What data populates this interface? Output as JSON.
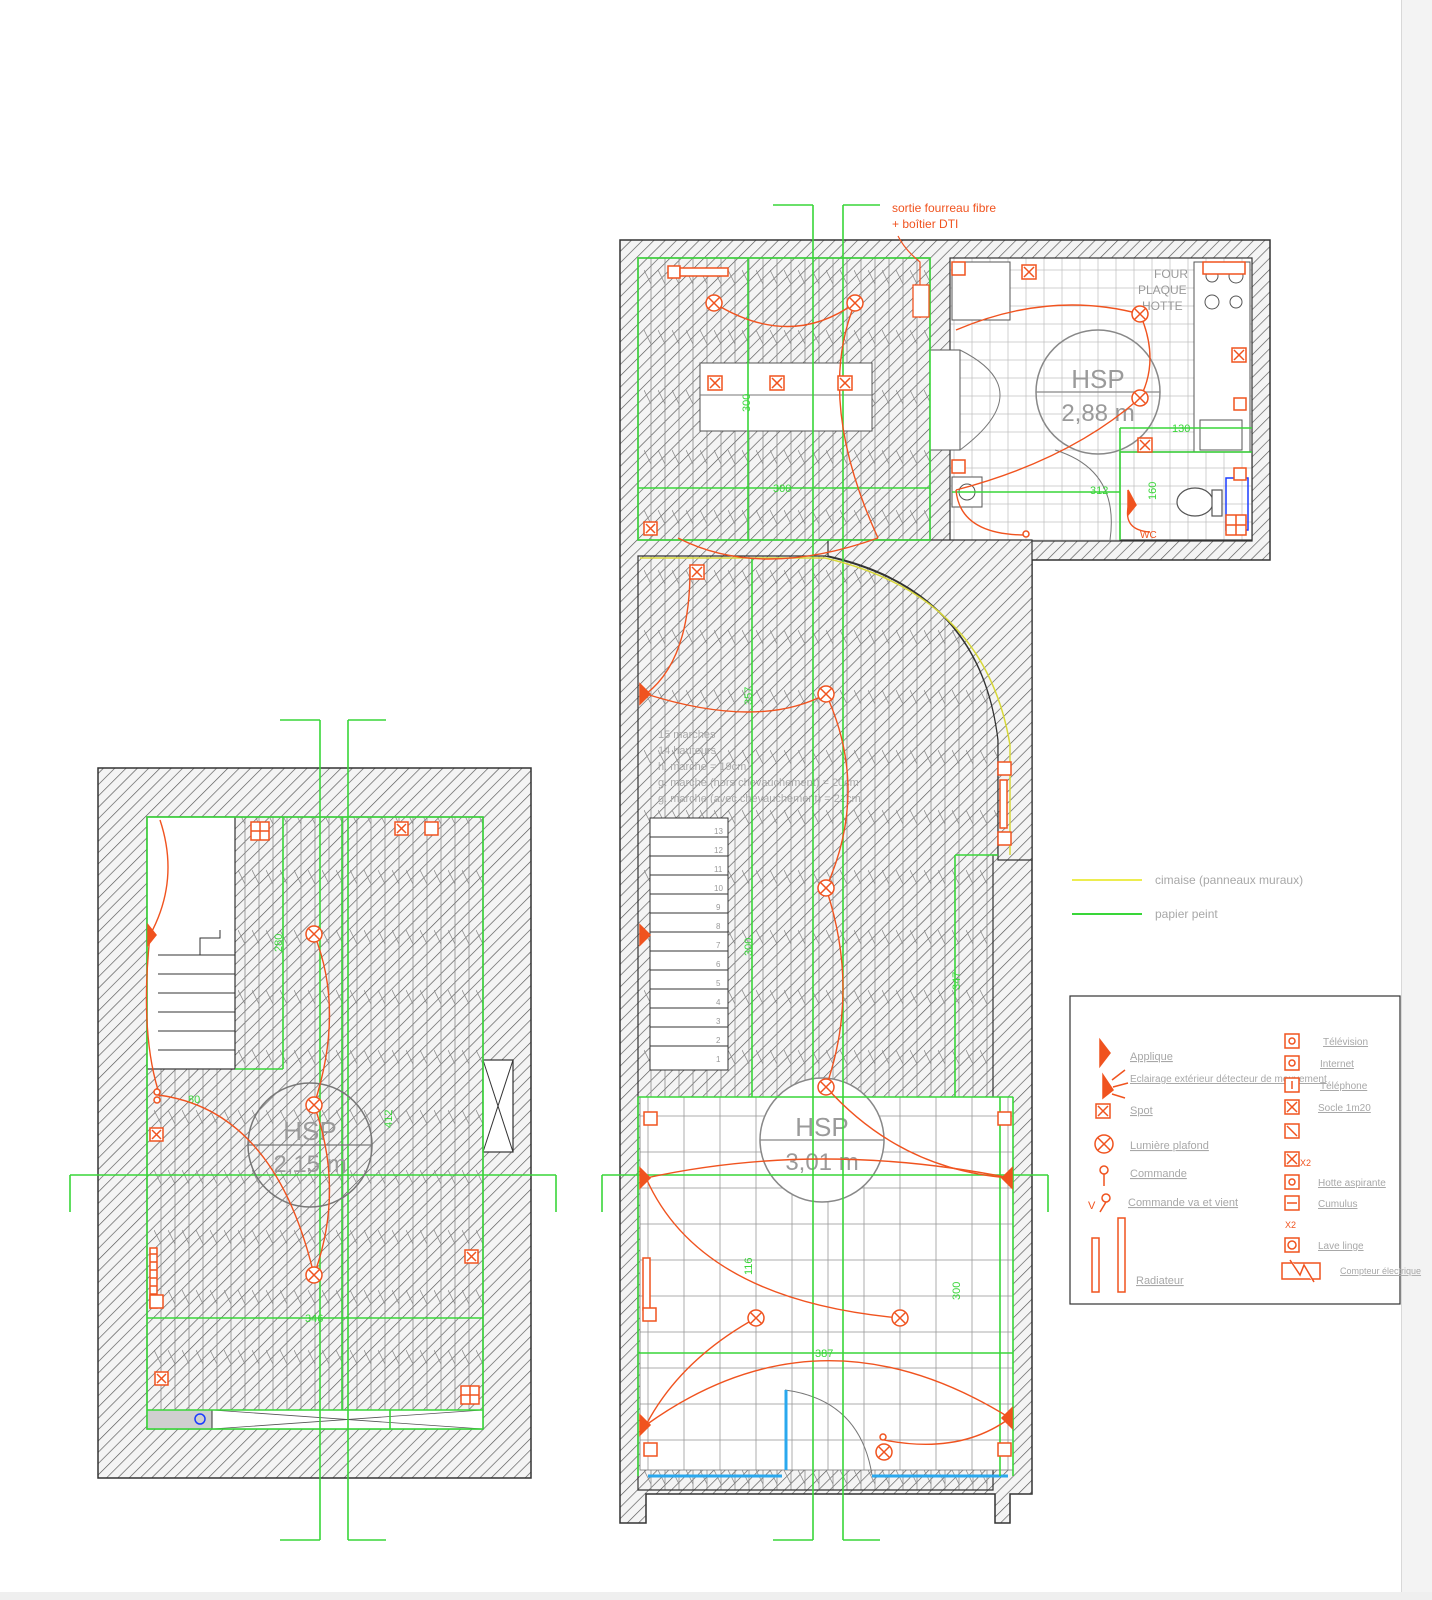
{
  "plan_left": {
    "hsp_label": "HSP",
    "hsp_value": "2,15 m",
    "dims": [
      "280",
      "80",
      "412",
      "346"
    ]
  },
  "plan_right": {
    "hsp_top_label": "HSP",
    "hsp_top_value": "2,88 m",
    "hsp_bottom_label": "HSP",
    "hsp_bottom_value": "3,01 m",
    "fiber_note_line1": "sortie fourreau fibre",
    "fiber_note_line2": "+ boîtier DTI",
    "kitchen_line1": "FOUR",
    "kitchen_line2": "PLAQUE",
    "kitchen_line3": "HOTTE",
    "wc_label": "WC",
    "dims": [
      "300",
      "312",
      "130",
      "160",
      "357",
      "300",
      "347",
      "116",
      "300",
      "387"
    ],
    "stair_notes": [
      "15 marches",
      "14 hauteurs",
      "h. marche = 19cm",
      "g. marche (hors chevauchement) = 20cm",
      "g. marche (avec chevauchement) = 21cm"
    ],
    "stair_numbers": [
      "13",
      "12",
      "11",
      "10",
      "9",
      "8",
      "7",
      "6",
      "5",
      "4",
      "3",
      "2",
      "1"
    ]
  },
  "line_legend": [
    {
      "label": "cimaise (panneaux muraux)",
      "color": "#f2f25a"
    },
    {
      "label": "papier peint",
      "color": "#39d639"
    }
  ],
  "symbol_legend": {
    "left": [
      {
        "label": "Applique",
        "icon": "wall-light-icon"
      },
      {
        "label": "Eclairage extérieur détecteur de mouvement",
        "icon": "motion-light-icon"
      },
      {
        "label": "Spot",
        "icon": "spot-icon"
      },
      {
        "label": "Lumière plafond",
        "icon": "ceiling-light-icon"
      },
      {
        "label": "Commande",
        "icon": "switch-icon"
      },
      {
        "label": "Commande va et vient",
        "icon": "two-way-switch-icon"
      },
      {
        "label": "Radiateur",
        "icon": "radiator-icon"
      }
    ],
    "right": [
      {
        "label": "Télévision",
        "icon": "tv-socket-icon"
      },
      {
        "label": "Internet",
        "icon": "internet-socket-icon"
      },
      {
        "label": "Téléphone",
        "icon": "phone-socket-icon"
      },
      {
        "label": "Socle 1m20",
        "icon": "socket-1m20-icon"
      },
      {
        "label": "",
        "icon": "socket-icon"
      },
      {
        "label": "",
        "icon": "double-socket-icon"
      },
      {
        "label": "Hotte aspirante",
        "icon": "hood-socket-icon"
      },
      {
        "label": "Cumulus",
        "icon": "water-heater-icon"
      },
      {
        "label": "",
        "icon": "x2-marker-icon"
      },
      {
        "label": "Lave linge",
        "icon": "washing-machine-icon"
      },
      {
        "label": "Compteur électrique",
        "icon": "meter-icon"
      }
    ],
    "x2_mark": "X2"
  },
  "colors": {
    "wall_hatch": "#4a4a4a",
    "electrical": "#f0531f",
    "wallpaper": "#39d639",
    "dado": "#e8e84a",
    "grid": "#9a9a9a",
    "window": "#2aa8ee"
  }
}
